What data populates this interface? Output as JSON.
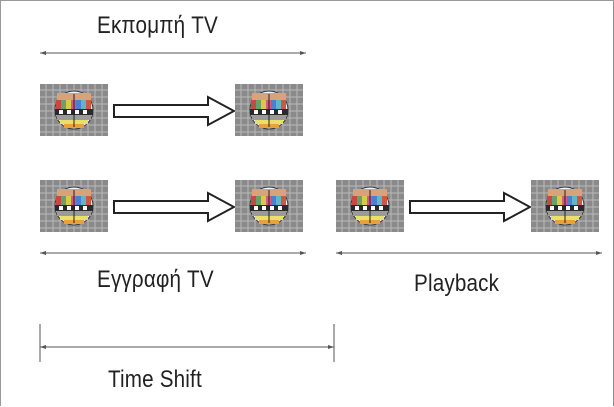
{
  "labels": {
    "broadcast": "Εκπομπή TV",
    "recording": "Εγγραφή TV",
    "playback": "Playback",
    "time_shift": "Time Shift"
  },
  "colors": {
    "line": "#555555",
    "text": "#222222",
    "arrow_fill": "#ffffff",
    "arrow_stroke": "#222222"
  },
  "icons": {
    "tv": "test-card-icon",
    "arrow": "arrow-right-icon"
  }
}
